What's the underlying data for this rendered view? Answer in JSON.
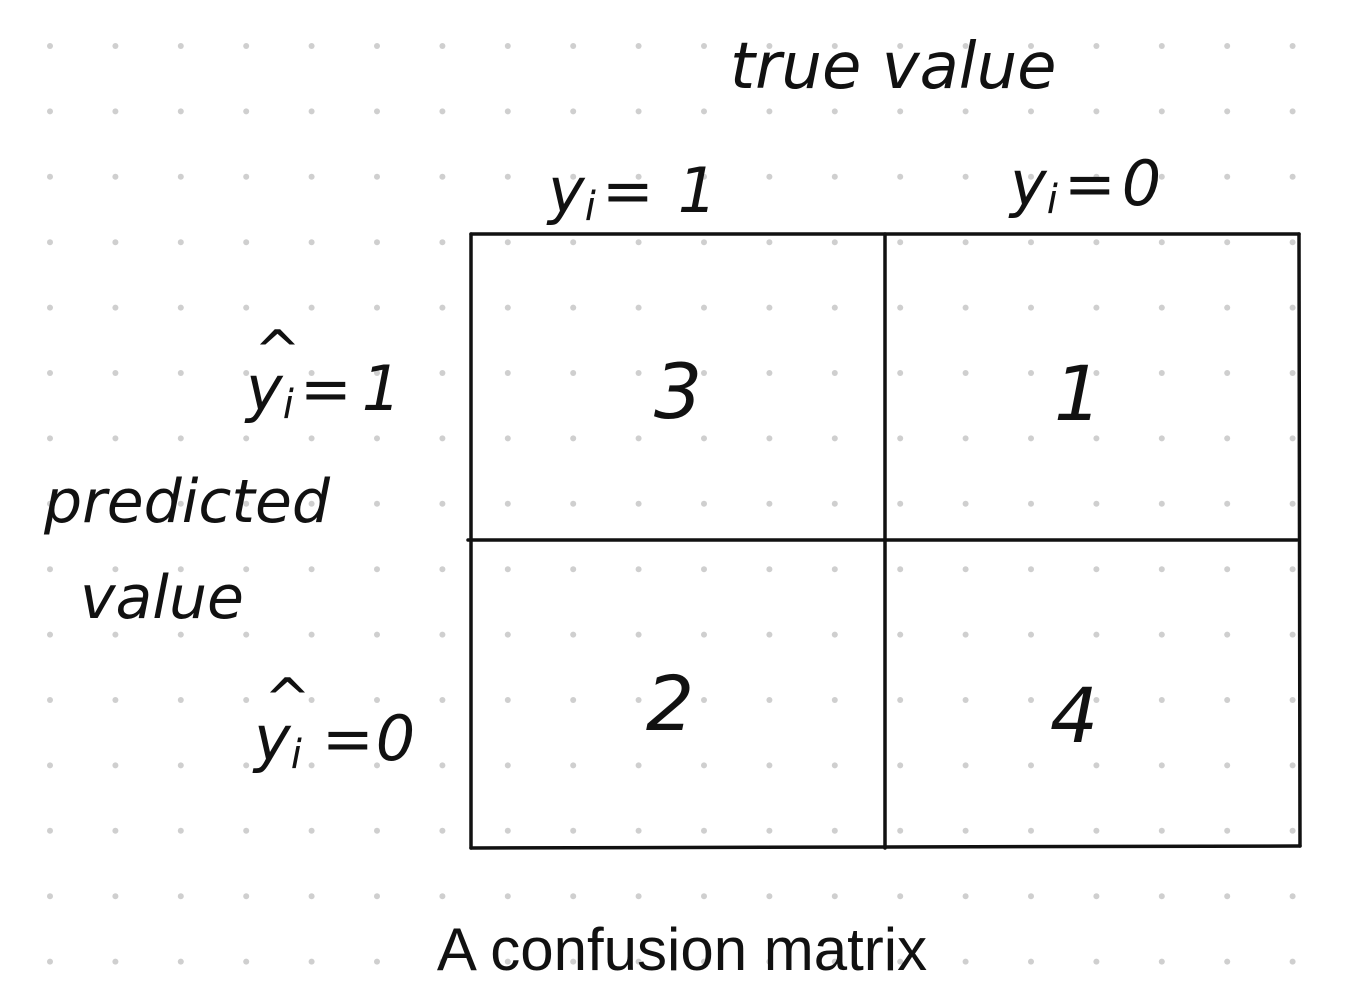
{
  "background": {
    "style": "dot-grid",
    "dot_color": "#cfcfcf",
    "paper_color": "#ffffff"
  },
  "header": {
    "column_axis_label": "true value",
    "column_labels": [
      {
        "var": "y",
        "sub": "i",
        "eq": "=",
        "val": "1"
      },
      {
        "var": "y",
        "sub": "i",
        "eq": "=",
        "val": "0"
      }
    ]
  },
  "side": {
    "row_axis_label_line1": "predicted",
    "row_axis_label_line2": "value",
    "row_labels": [
      {
        "var": "y",
        "hat": "^",
        "sub": "i",
        "eq": "=",
        "val": "1"
      },
      {
        "var": "y",
        "hat": "^",
        "sub": "i",
        "eq": "=",
        "val": "0"
      }
    ]
  },
  "matrix": {
    "cells": [
      [
        "3",
        "1"
      ],
      [
        "2",
        "4"
      ]
    ],
    "line_color": "#111111"
  },
  "caption": "A confusion matrix"
}
